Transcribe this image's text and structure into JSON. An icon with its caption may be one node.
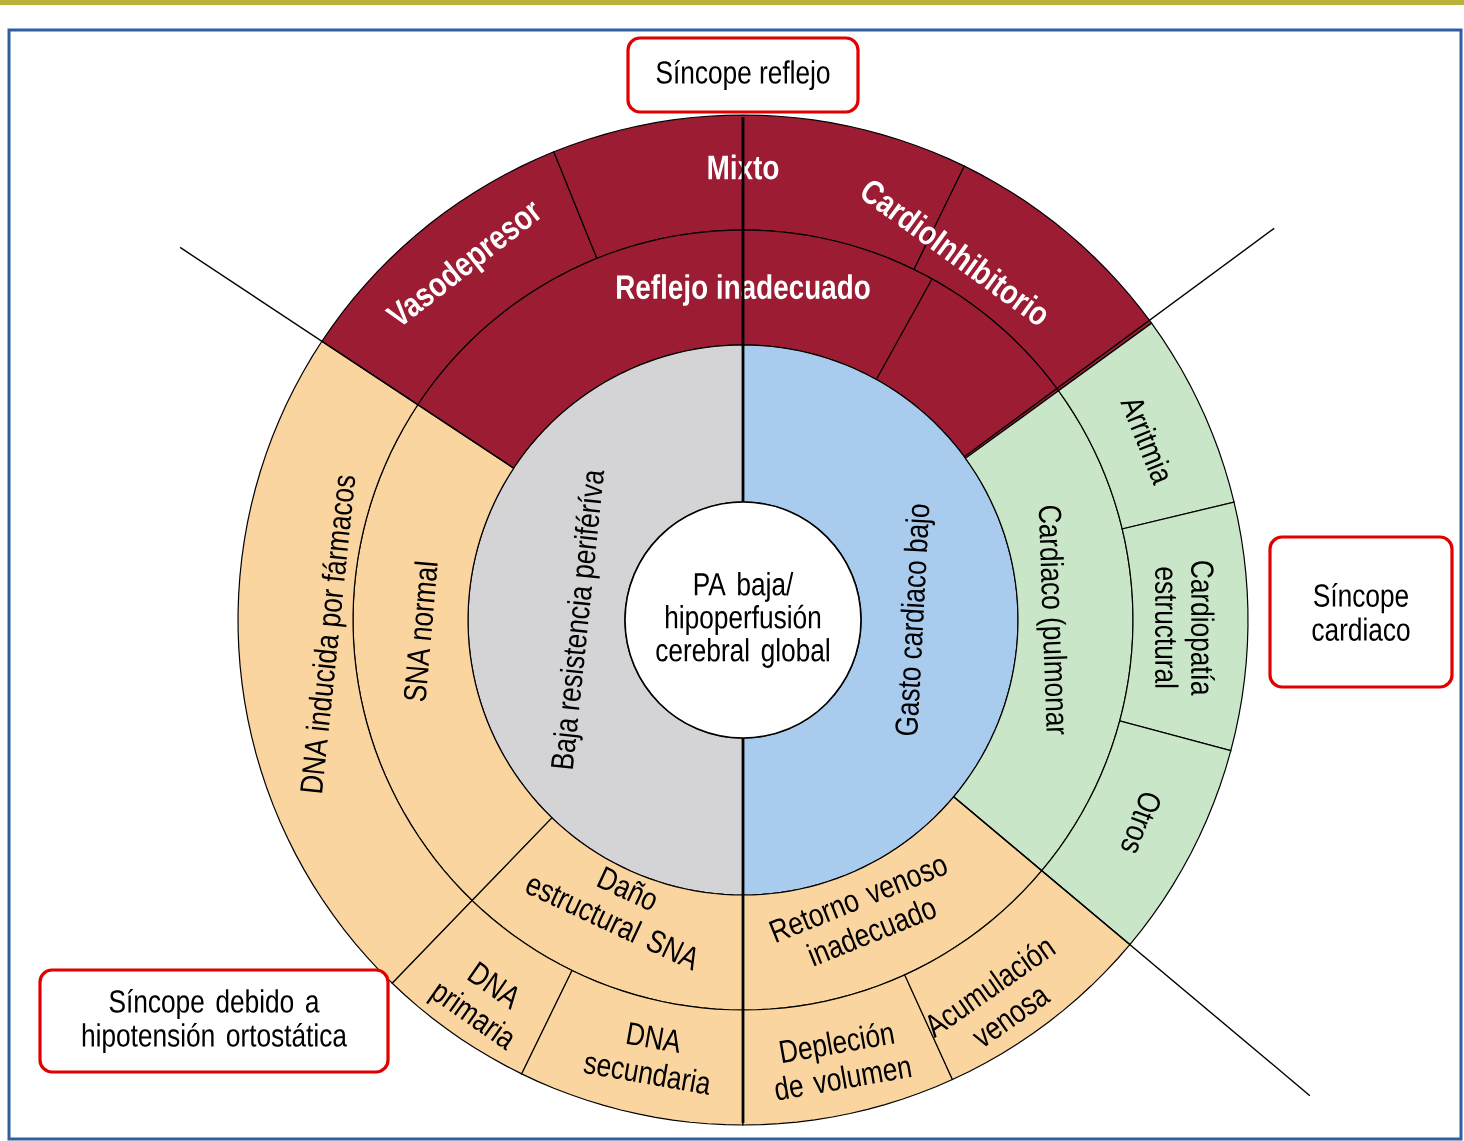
{
  "diagram": {
    "nodes": [
      {
        "text": [
          "Síncope reflejo"
        ]
      },
      {
        "text": [
          "Vasodepresor"
        ]
      },
      {
        "text": [
          "Mixto"
        ]
      },
      {
        "text": [
          "CardioInhibitorio"
        ]
      },
      {
        "text": [
          "Reflejo inadecuado"
        ]
      },
      {
        "text": [
          "PA baja/ hipoperfusión cerebral global"
        ]
      },
      {
        "text": [
          "Baja resistencia periféríva"
        ]
      },
      {
        "text": [
          "Gasto cardiaco bajo"
        ]
      },
      {
        "text": [
          "Cardiaco (pulmonar"
        ]
      },
      {
        "text": [
          "Arritmia"
        ]
      },
      {
        "text": [
          "Cardiopatía estructural"
        ]
      },
      {
        "text": [
          "Otros"
        ]
      },
      {
        "text": [
          "Síncope cardiaco"
        ]
      },
      {
        "text": [
          "SNA normal"
        ]
      },
      {
        "text": [
          "DNA inducida por fármacos"
        ]
      },
      {
        "text": [
          "Daño estructural SNA"
        ]
      },
      {
        "text": [
          "Retorno venoso inadecuado"
        ]
      },
      {
        "text": [
          "DNA primaria"
        ]
      },
      {
        "text": [
          "DNA secundaria"
        ]
      },
      {
        "text": [
          "Depleción de volumen"
        ]
      },
      {
        "text": [
          "Acumulación venosa"
        ]
      },
      {
        "text": [
          "Síncope debido a hipotensión ortostática"
        ]
      }
    ]
  }
}
